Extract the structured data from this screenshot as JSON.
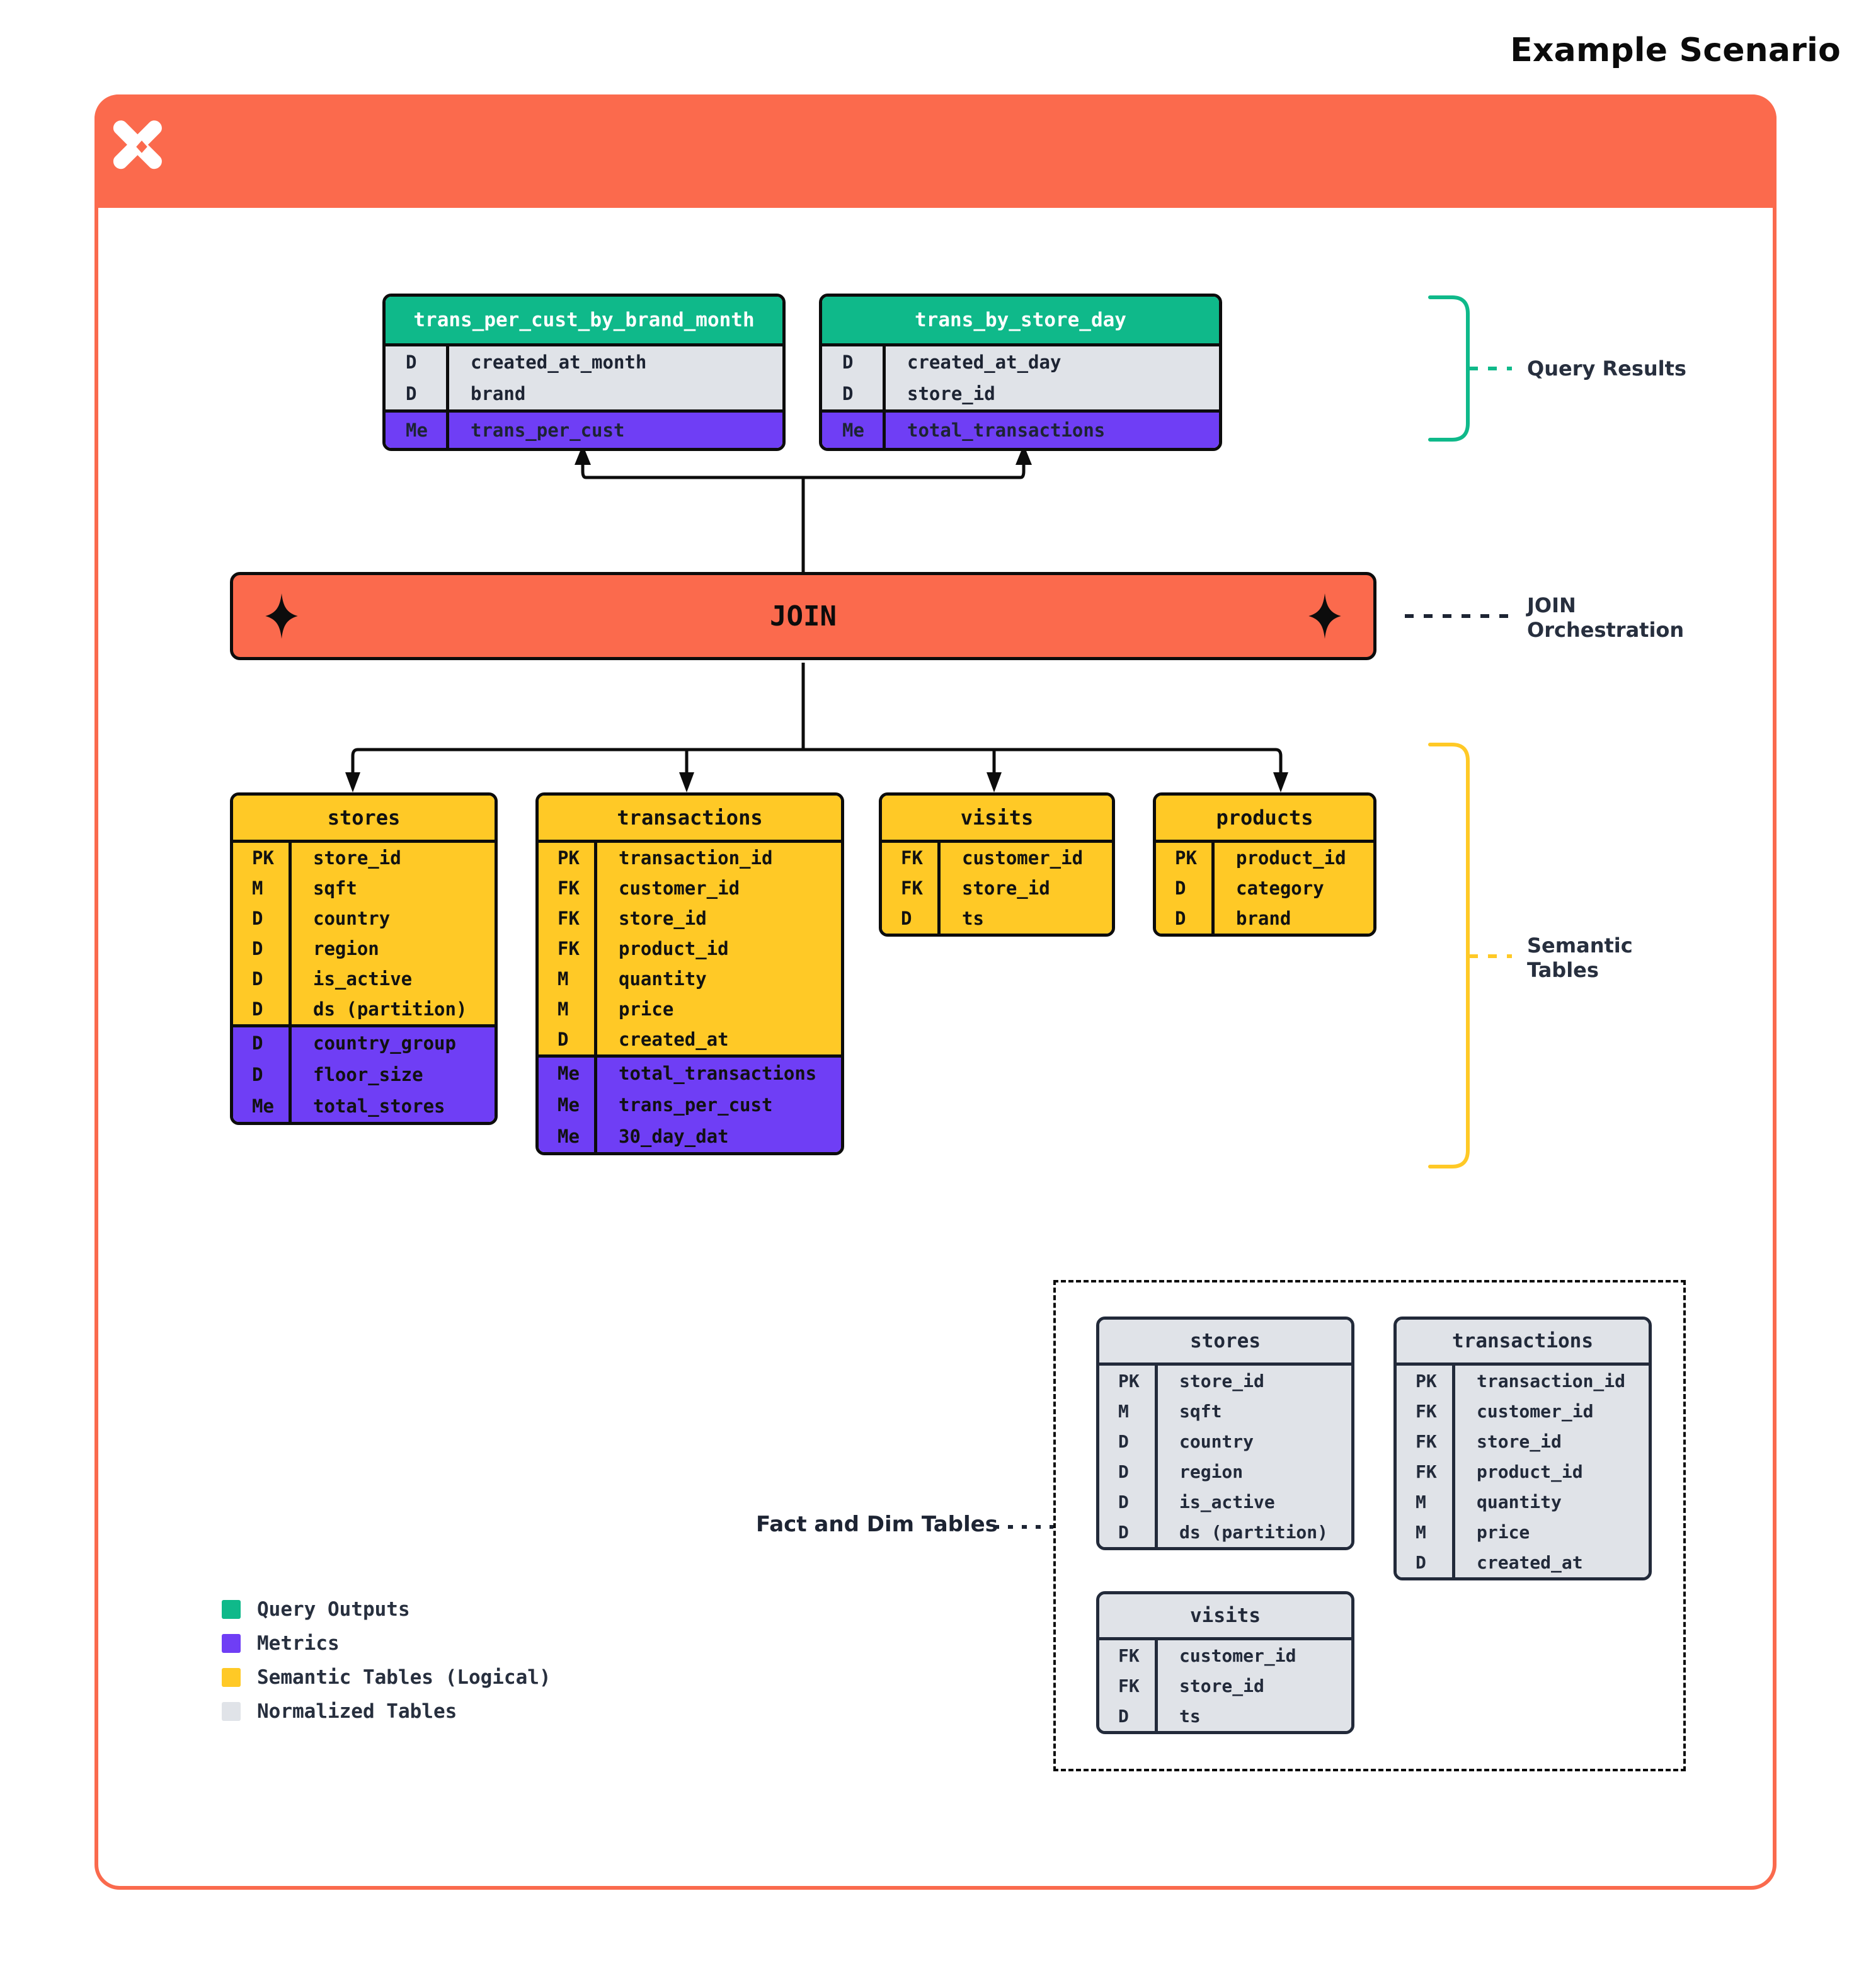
{
  "header": {
    "title": "Example Scenario",
    "logo_icon": "butterfly-x-logo",
    "bg_color": "#FB6A4D"
  },
  "colors": {
    "query_output_green": "#0FB98A",
    "metric_purple": "#6F3EF5",
    "semantic_yellow": "#FFC926",
    "normalized_gray": "#E0E3E8",
    "accent_orange": "#FB6A4D",
    "ink": "#0c0c0c",
    "text_navy": "#272f3e"
  },
  "query_results": {
    "tables": [
      {
        "name": "trans_per_cust_by_brand_month",
        "fields": [
          {
            "key": "D",
            "value": "created_at_month"
          },
          {
            "key": "D",
            "value": "brand"
          }
        ],
        "metrics": [
          {
            "key": "Me",
            "value": "trans_per_cust"
          }
        ]
      },
      {
        "name": "trans_by_store_day",
        "fields": [
          {
            "key": "D",
            "value": "created_at_day"
          },
          {
            "key": "D",
            "value": "store_id"
          }
        ],
        "metrics": [
          {
            "key": "Me",
            "value": "total_transactions"
          }
        ]
      }
    ]
  },
  "join": {
    "label": "JOIN",
    "left_icon": "sparkle-icon",
    "right_icon": "sparkle-icon"
  },
  "semantic_tables": [
    {
      "name": "stores",
      "fields": [
        {
          "key": "PK",
          "value": "store_id"
        },
        {
          "key": "M",
          "value": "sqft"
        },
        {
          "key": "D",
          "value": "country"
        },
        {
          "key": "D",
          "value": "region"
        },
        {
          "key": "D",
          "value": "is_active"
        },
        {
          "key": "D",
          "value": "ds (partition)"
        }
      ],
      "metrics": [
        {
          "key": "D",
          "value": "country_group"
        },
        {
          "key": "D",
          "value": "floor_size"
        },
        {
          "key": "Me",
          "value": "total_stores"
        }
      ]
    },
    {
      "name": "transactions",
      "fields": [
        {
          "key": "PK",
          "value": "transaction_id"
        },
        {
          "key": "FK",
          "value": "customer_id"
        },
        {
          "key": "FK",
          "value": "store_id"
        },
        {
          "key": "FK",
          "value": "product_id"
        },
        {
          "key": "M",
          "value": "quantity"
        },
        {
          "key": "M",
          "value": "price"
        },
        {
          "key": "D",
          "value": "created_at"
        }
      ],
      "metrics": [
        {
          "key": "Me",
          "value": "total_transactions"
        },
        {
          "key": "Me",
          "value": "trans_per_cust"
        },
        {
          "key": "Me",
          "value": "30_day_dat"
        }
      ]
    },
    {
      "name": "visits",
      "fields": [
        {
          "key": "FK",
          "value": "customer_id"
        },
        {
          "key": "FK",
          "value": "store_id"
        },
        {
          "key": "D",
          "value": "ts"
        }
      ],
      "metrics": []
    },
    {
      "name": "products",
      "fields": [
        {
          "key": "PK",
          "value": "product_id"
        },
        {
          "key": "D",
          "value": "category"
        },
        {
          "key": "D",
          "value": "brand"
        }
      ],
      "metrics": []
    }
  ],
  "normalized_tables": [
    {
      "name": "stores",
      "fields": [
        {
          "key": "PK",
          "value": "store_id"
        },
        {
          "key": "M",
          "value": "sqft"
        },
        {
          "key": "D",
          "value": "country"
        },
        {
          "key": "D",
          "value": "region"
        },
        {
          "key": "D",
          "value": "is_active"
        },
        {
          "key": "D",
          "value": "ds (partition)"
        }
      ]
    },
    {
      "name": "transactions",
      "fields": [
        {
          "key": "PK",
          "value": "transaction_id"
        },
        {
          "key": "FK",
          "value": "customer_id"
        },
        {
          "key": "FK",
          "value": "store_id"
        },
        {
          "key": "FK",
          "value": "product_id"
        },
        {
          "key": "M",
          "value": "quantity"
        },
        {
          "key": "M",
          "value": "price"
        },
        {
          "key": "D",
          "value": "created_at"
        }
      ]
    },
    {
      "name": "visits",
      "fields": [
        {
          "key": "FK",
          "value": "customer_id"
        },
        {
          "key": "FK",
          "value": "store_id"
        },
        {
          "key": "D",
          "value": "ts"
        }
      ]
    }
  ],
  "annotations": {
    "query_results": "Query Results",
    "join_orchestration_line1": "JOIN",
    "join_orchestration_line2": "Orchestration",
    "semantic_tables_line1": "Semantic",
    "semantic_tables_line2": "Tables",
    "fact_and_dim": "Fact and Dim Tables"
  },
  "legend": {
    "items": [
      {
        "label": "Query Outputs",
        "color": "#0FB98A"
      },
      {
        "label": "Metrics",
        "color": "#6F3EF5"
      },
      {
        "label": "Semantic Tables (Logical)",
        "color": "#FFC926"
      },
      {
        "label": "Normalized Tables",
        "color": "#E0E3E8"
      }
    ]
  }
}
